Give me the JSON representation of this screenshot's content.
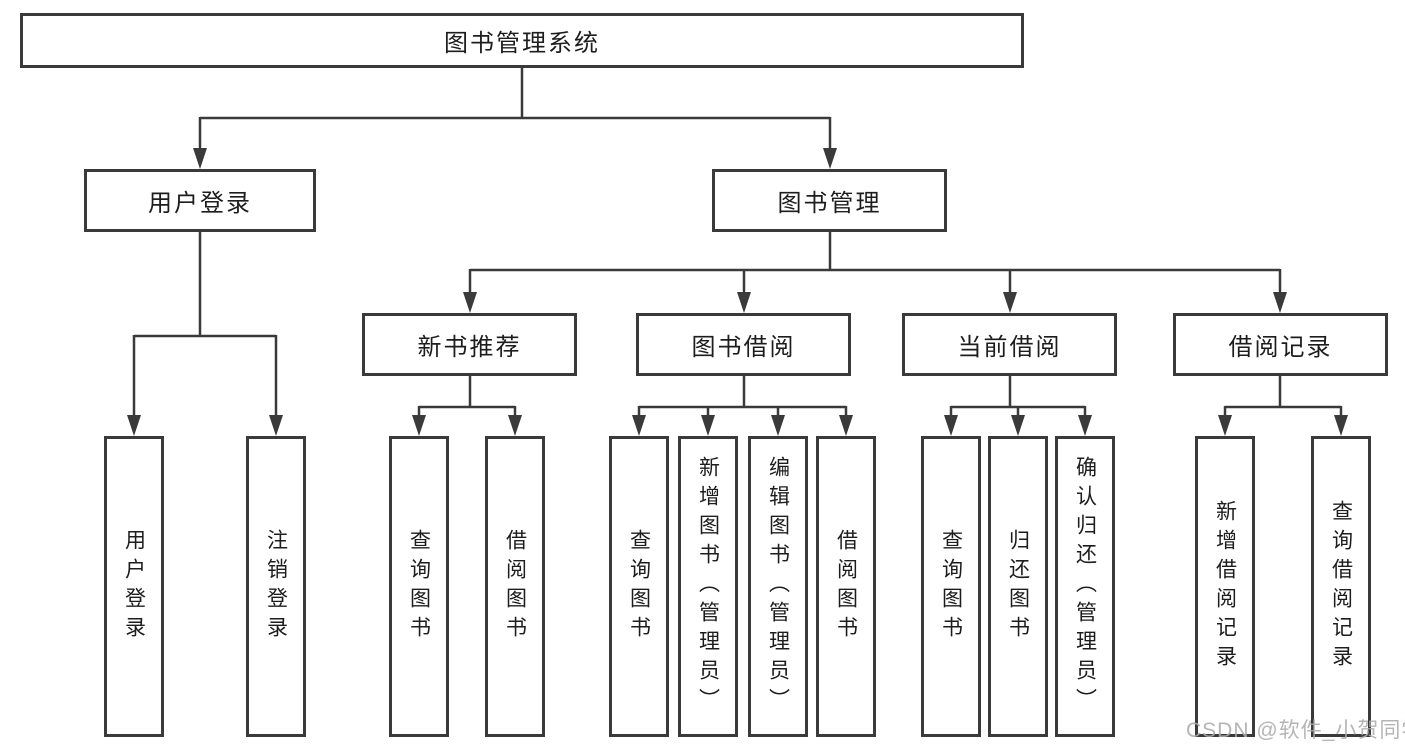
{
  "tree": {
    "label": "图书管理系统",
    "children": [
      {
        "label": "用户登录",
        "children": [
          {
            "label": "用户登录"
          },
          {
            "label": "注销登录"
          }
        ]
      },
      {
        "label": "图书管理",
        "children": [
          {
            "label": "新书推荐",
            "children": [
              {
                "label": "查询图书"
              },
              {
                "label": "借阅图书"
              }
            ]
          },
          {
            "label": "图书借阅",
            "children": [
              {
                "label": "查询图书"
              },
              {
                "label": "新增图书（管理员）"
              },
              {
                "label": "编辑图书（管理员）"
              },
              {
                "label": "借阅图书"
              }
            ]
          },
          {
            "label": "当前借阅",
            "children": [
              {
                "label": "查询图书"
              },
              {
                "label": "归还图书"
              },
              {
                "label": "确认归还（管理员）"
              }
            ]
          },
          {
            "label": "借阅记录",
            "children": [
              {
                "label": "新增借阅记录"
              },
              {
                "label": "查询借阅记录"
              }
            ]
          }
        ]
      }
    ]
  },
  "watermark": {
    "text": "CSDN @软件_小贺同学"
  },
  "colors": {
    "line": "#3a3a3a",
    "box_border": "#3a3a3a",
    "box_fill": "#ffffff",
    "text": "#1d1d1d",
    "watermark": "#ababab",
    "background": "#ffffff"
  }
}
